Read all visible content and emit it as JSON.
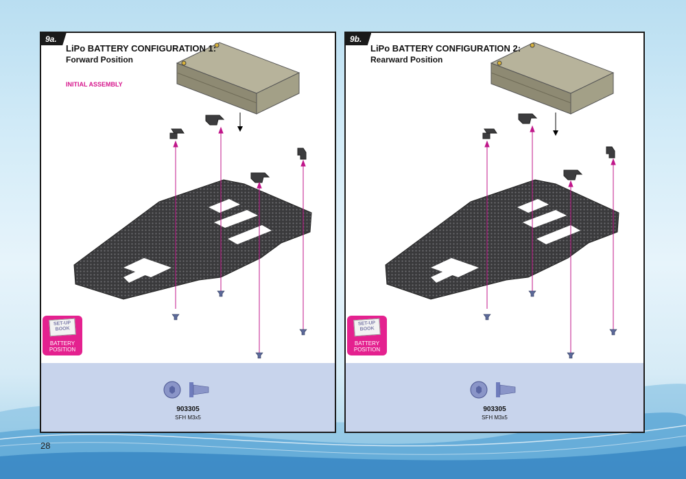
{
  "page_number": "28",
  "panels": [
    {
      "step": "9a.",
      "title": "LiPo BATTERY CONFIGURATION 1:",
      "subtitle": "Forward Position",
      "note": "INITIAL ASSEMBLY",
      "badge": {
        "book_label": "SET-UP BOOK",
        "text_line1": "BATTERY",
        "text_line2": "POSITION"
      },
      "part": {
        "number": "903305",
        "description": "SFH M3x5"
      }
    },
    {
      "step": "9b.",
      "title": "LiPo BATTERY CONFIGURATION 2:",
      "subtitle": "Rearward Position",
      "badge": {
        "book_label": "SET-UP BOOK",
        "text_line1": "BATTERY",
        "text_line2": "POSITION"
      },
      "part": {
        "number": "903305",
        "description": "SFH M3x5"
      }
    }
  ],
  "colors": {
    "accent": "#e4218f",
    "arrow": "#c0168a",
    "parts_bar": "#c8d4ec",
    "chassis": "#3a3a3c",
    "battery": "#8e8a73"
  }
}
